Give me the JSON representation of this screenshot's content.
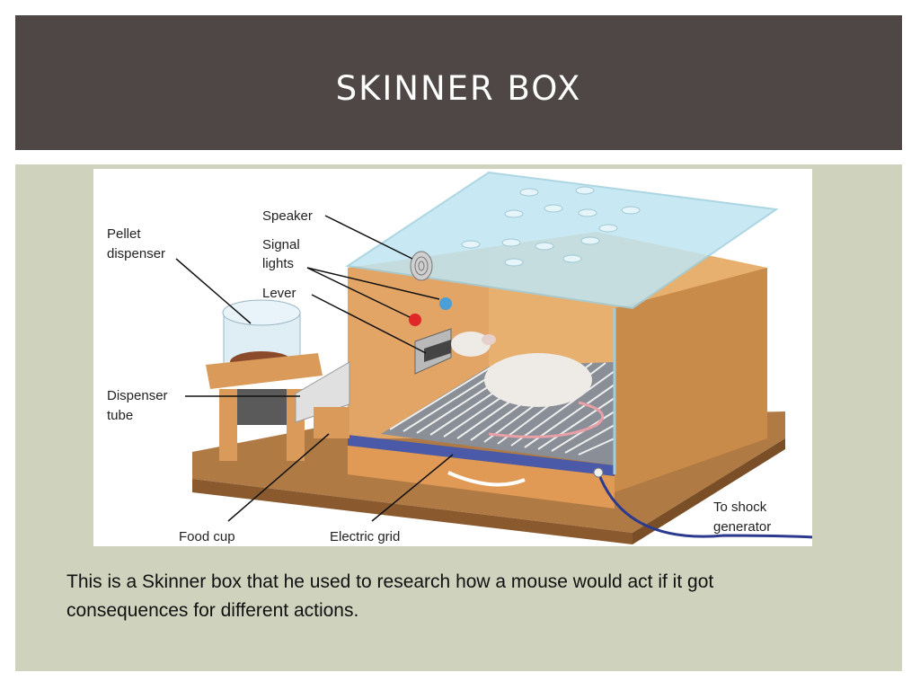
{
  "slide": {
    "title": "SKINNER BOX",
    "caption": "This is a Skinner box that he used to research how a mouse would act if it got consequences for different actions."
  },
  "diagram": {
    "labels": {
      "speaker": "Speaker",
      "signal_lights_1": "Signal",
      "signal_lights_2": "lights",
      "lever": "Lever",
      "pellet_dispenser_1": "Pellet",
      "pellet_dispenser_2": "dispenser",
      "dispenser_tube_1": "Dispenser",
      "dispenser_tube_2": "tube",
      "food_cup": "Food cup",
      "electric_grid": "Electric grid",
      "shock_generator_1": "To shock",
      "shock_generator_2": "generator"
    }
  },
  "colors": {
    "header_bg": "#4e4745",
    "content_bg": "#cfd3bd",
    "wood": "#d49a5a",
    "glass": "#bfe6f2",
    "grid_bar": "#4a5aa8"
  }
}
